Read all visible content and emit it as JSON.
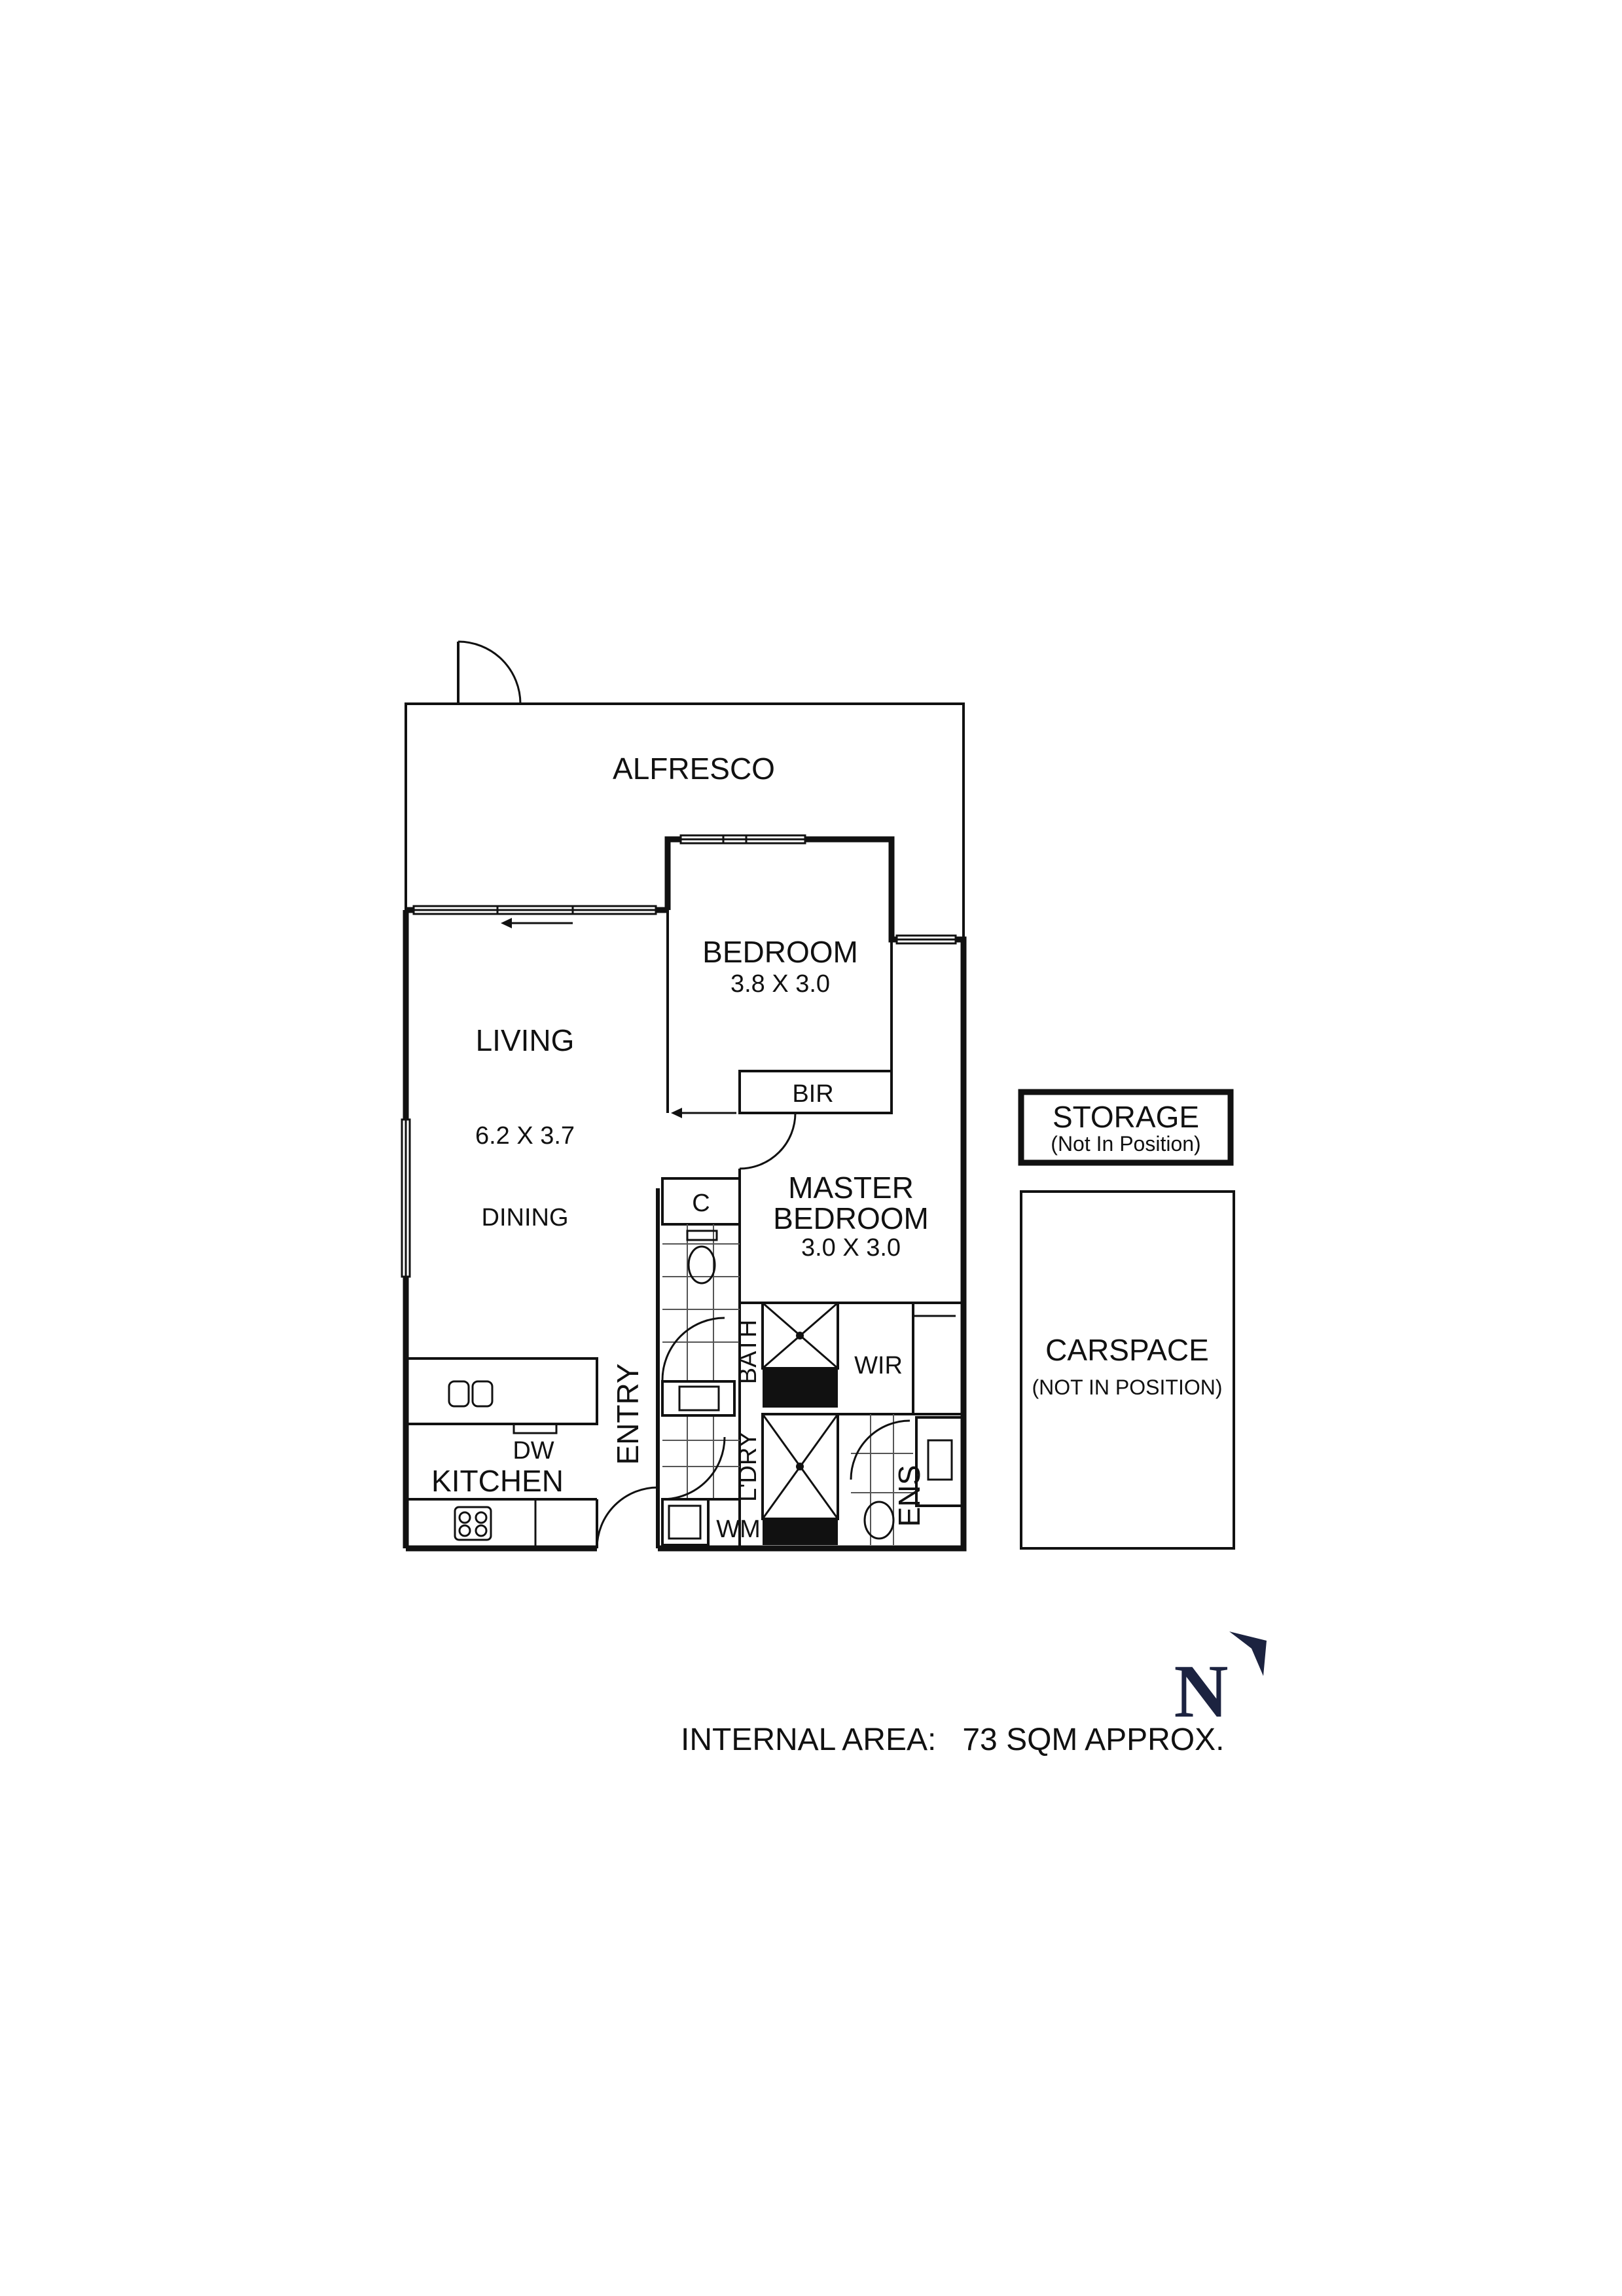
{
  "rooms": {
    "alfresco": "ALFRESCO",
    "bedroom": "BEDROOM",
    "bedroom_size": "3.8 X 3.0",
    "living": "LIVING",
    "living_size": "6.2 X 3.7",
    "dining": "DINING",
    "bir": "BIR",
    "master_line1": "MASTER",
    "master_line2": "BEDROOM",
    "master_size": "3.0 X 3.0",
    "cupboard": "C",
    "bath": "BATH",
    "wir": "WIR",
    "laundry": "L'DRY",
    "wm": "WM",
    "ens": "ENS",
    "entry": "ENTRY",
    "dw": "DW",
    "kitchen": "KITCHEN"
  },
  "storage": {
    "title": "STORAGE",
    "note": "(Not In Position)"
  },
  "carspace": {
    "title": "CARSPACE",
    "note": "(NOT IN POSITION)"
  },
  "compass": {
    "letter": "N",
    "color": "#1c2340"
  },
  "footer": {
    "label": "INTERNAL AREA:",
    "value": "73 SQM APPROX."
  }
}
